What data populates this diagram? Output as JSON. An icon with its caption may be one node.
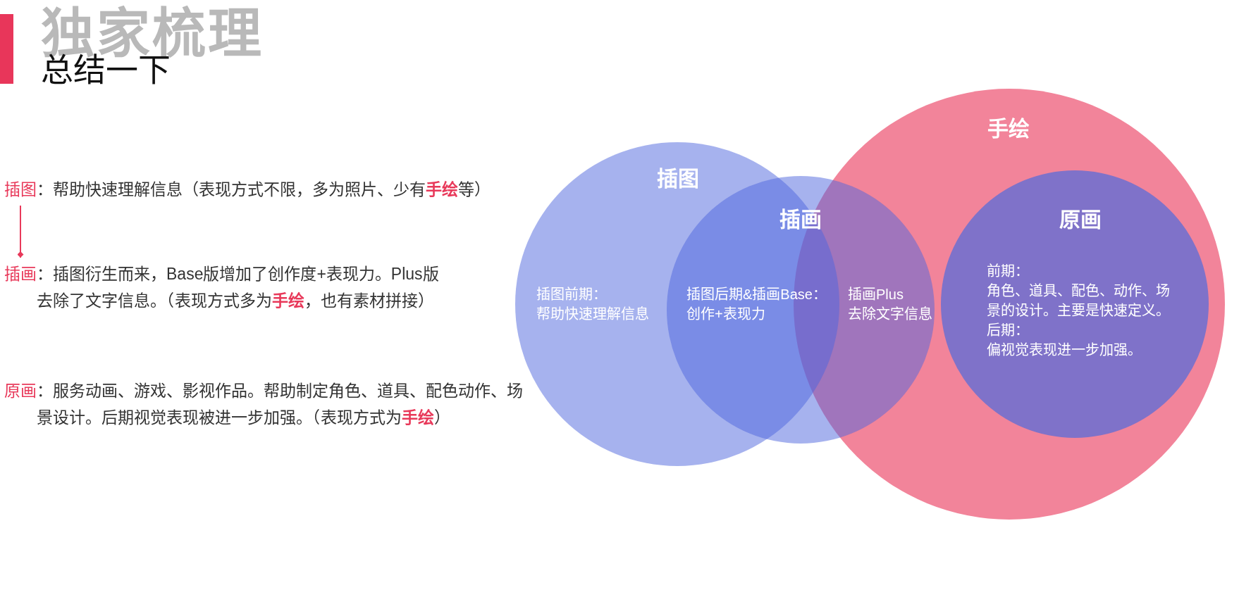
{
  "diagram": {
    "title": "总结一下",
    "nodes": [
      {
        "text": [
          "插图",
          "：帮助快速理解信息（表现方式不限，多为照片、少有**手绘**等）"
        ]
      },
      {
        "text": [
          "插画",
          "：插图衍生而来，Base版增加了创作度+表现力。Plus版去除了文字信息。（表现方式多为**手绘**，也有素材拼接）"
        ]
      },
      {
        "text": [
          "原画",
          "：服务动画、游戏、影视作品。帮助制定角色、道具、配色动作、场景设计。后期视觉表现被进一步加强。（表现方式为**手绘**）"
        ]
      },
      {
        "text": [
          "插图",
          "插图前期：",
          "帮助快速理解信息"
        ]
      },
      {
        "text": [
          "插画",
          "插图后期&插画Base：",
          "创作+表现力",
          "插画Plus",
          "去除文字信息"
        ]
      },
      {
        "text": [
          "手绘"
        ]
      },
      {
        "text": [
          "原画",
          "前期：",
          "角色、道具、配色、动作、场景的设计。主要是快速定义。",
          "后期：",
          "偏视觉表现进一步加强。"
        ],
        "in": 5
      }
    ],
    "edges": [
      {
        "from": 0,
        "to": 1,
        "arrow": "other"
      }
    ],
    "labels": [
      "独家梳理"
    ]
  }
}
